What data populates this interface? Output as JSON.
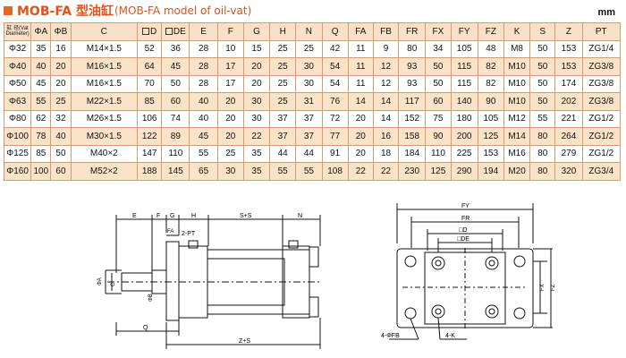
{
  "title": {
    "main": "MOB-FA 型油缸",
    "sub": "(MOB-FA model of oil-vat)"
  },
  "unit": "mm",
  "table": {
    "headers": [
      "缸径(Vat Diameter)",
      "ΦA",
      "ΦB",
      "C",
      "D",
      "DE",
      "E",
      "F",
      "G",
      "H",
      "N",
      "Q",
      "FA",
      "FB",
      "FR",
      "FX",
      "FY",
      "FZ",
      "K",
      "S",
      "Z",
      "PT"
    ],
    "bore_head_line1": "缸 径(Vat",
    "bore_head_line2": "Diameter)",
    "rows": [
      [
        "Φ32",
        "35",
        "16",
        "M14×1.5",
        "52",
        "36",
        "28",
        "10",
        "15",
        "25",
        "25",
        "42",
        "11",
        "9",
        "80",
        "34",
        "105",
        "48",
        "M8",
        "50",
        "153",
        "ZG1/4"
      ],
      [
        "Φ40",
        "40",
        "20",
        "M16×1.5",
        "64",
        "45",
        "28",
        "17",
        "20",
        "25",
        "30",
        "54",
        "11",
        "12",
        "93",
        "50",
        "115",
        "82",
        "M10",
        "50",
        "153",
        "ZG3/8"
      ],
      [
        "Φ50",
        "45",
        "20",
        "M16×1.5",
        "70",
        "50",
        "28",
        "17",
        "20",
        "25",
        "30",
        "54",
        "11",
        "12",
        "93",
        "50",
        "115",
        "82",
        "M10",
        "50",
        "174",
        "ZG3/8"
      ],
      [
        "Φ63",
        "55",
        "25",
        "M22×1.5",
        "85",
        "60",
        "40",
        "20",
        "30",
        "25",
        "31",
        "76",
        "14",
        "14",
        "117",
        "60",
        "140",
        "90",
        "M10",
        "50",
        "202",
        "ZG3/8"
      ],
      [
        "Φ80",
        "62",
        "32",
        "M26×1.5",
        "106",
        "74",
        "40",
        "20",
        "30",
        "37",
        "37",
        "72",
        "20",
        "14",
        "152",
        "75",
        "180",
        "105",
        "M12",
        "55",
        "221",
        "ZG1/2"
      ],
      [
        "Φ100",
        "78",
        "40",
        "M30×1.5",
        "122",
        "89",
        "45",
        "20",
        "22",
        "37",
        "37",
        "77",
        "20",
        "16",
        "158",
        "90",
        "200",
        "125",
        "M14",
        "80",
        "264",
        "ZG1/2"
      ],
      [
        "Φ125",
        "85",
        "50",
        "M40×2",
        "147",
        "110",
        "55",
        "25",
        "35",
        "44",
        "44",
        "91",
        "20",
        "18",
        "184",
        "110",
        "225",
        "153",
        "M16",
        "80",
        "279",
        "ZG1/2"
      ],
      [
        "Φ160",
        "100",
        "60",
        "M52×2",
        "188",
        "145",
        "65",
        "30",
        "35",
        "55",
        "55",
        "108",
        "22",
        "22",
        "230",
        "125",
        "290",
        "194",
        "M20",
        "80",
        "320",
        "ZG3/4"
      ]
    ]
  },
  "side_view": {
    "labels": {
      "E": "E",
      "F": "F",
      "G": "G",
      "H": "H",
      "SS": "S+S",
      "N": "N",
      "FA": "FA",
      "PT": "2-PT",
      "phiA": "ΦA",
      "C": "C",
      "phiB": "ΦB",
      "Q": "Q",
      "ZS": "Z+S"
    }
  },
  "end_view": {
    "labels": {
      "FY": "FY",
      "FR": "FR",
      "D": "□D",
      "DE": "□DE",
      "FX": "FX",
      "FZ": "FZ",
      "FB": "4-ΦFB",
      "K": "4-K"
    }
  },
  "colors": {
    "accent": "#e0531a",
    "border": "#d39a74",
    "header_bg": "#f7e2c8",
    "stripe": "#fbe3c8"
  }
}
